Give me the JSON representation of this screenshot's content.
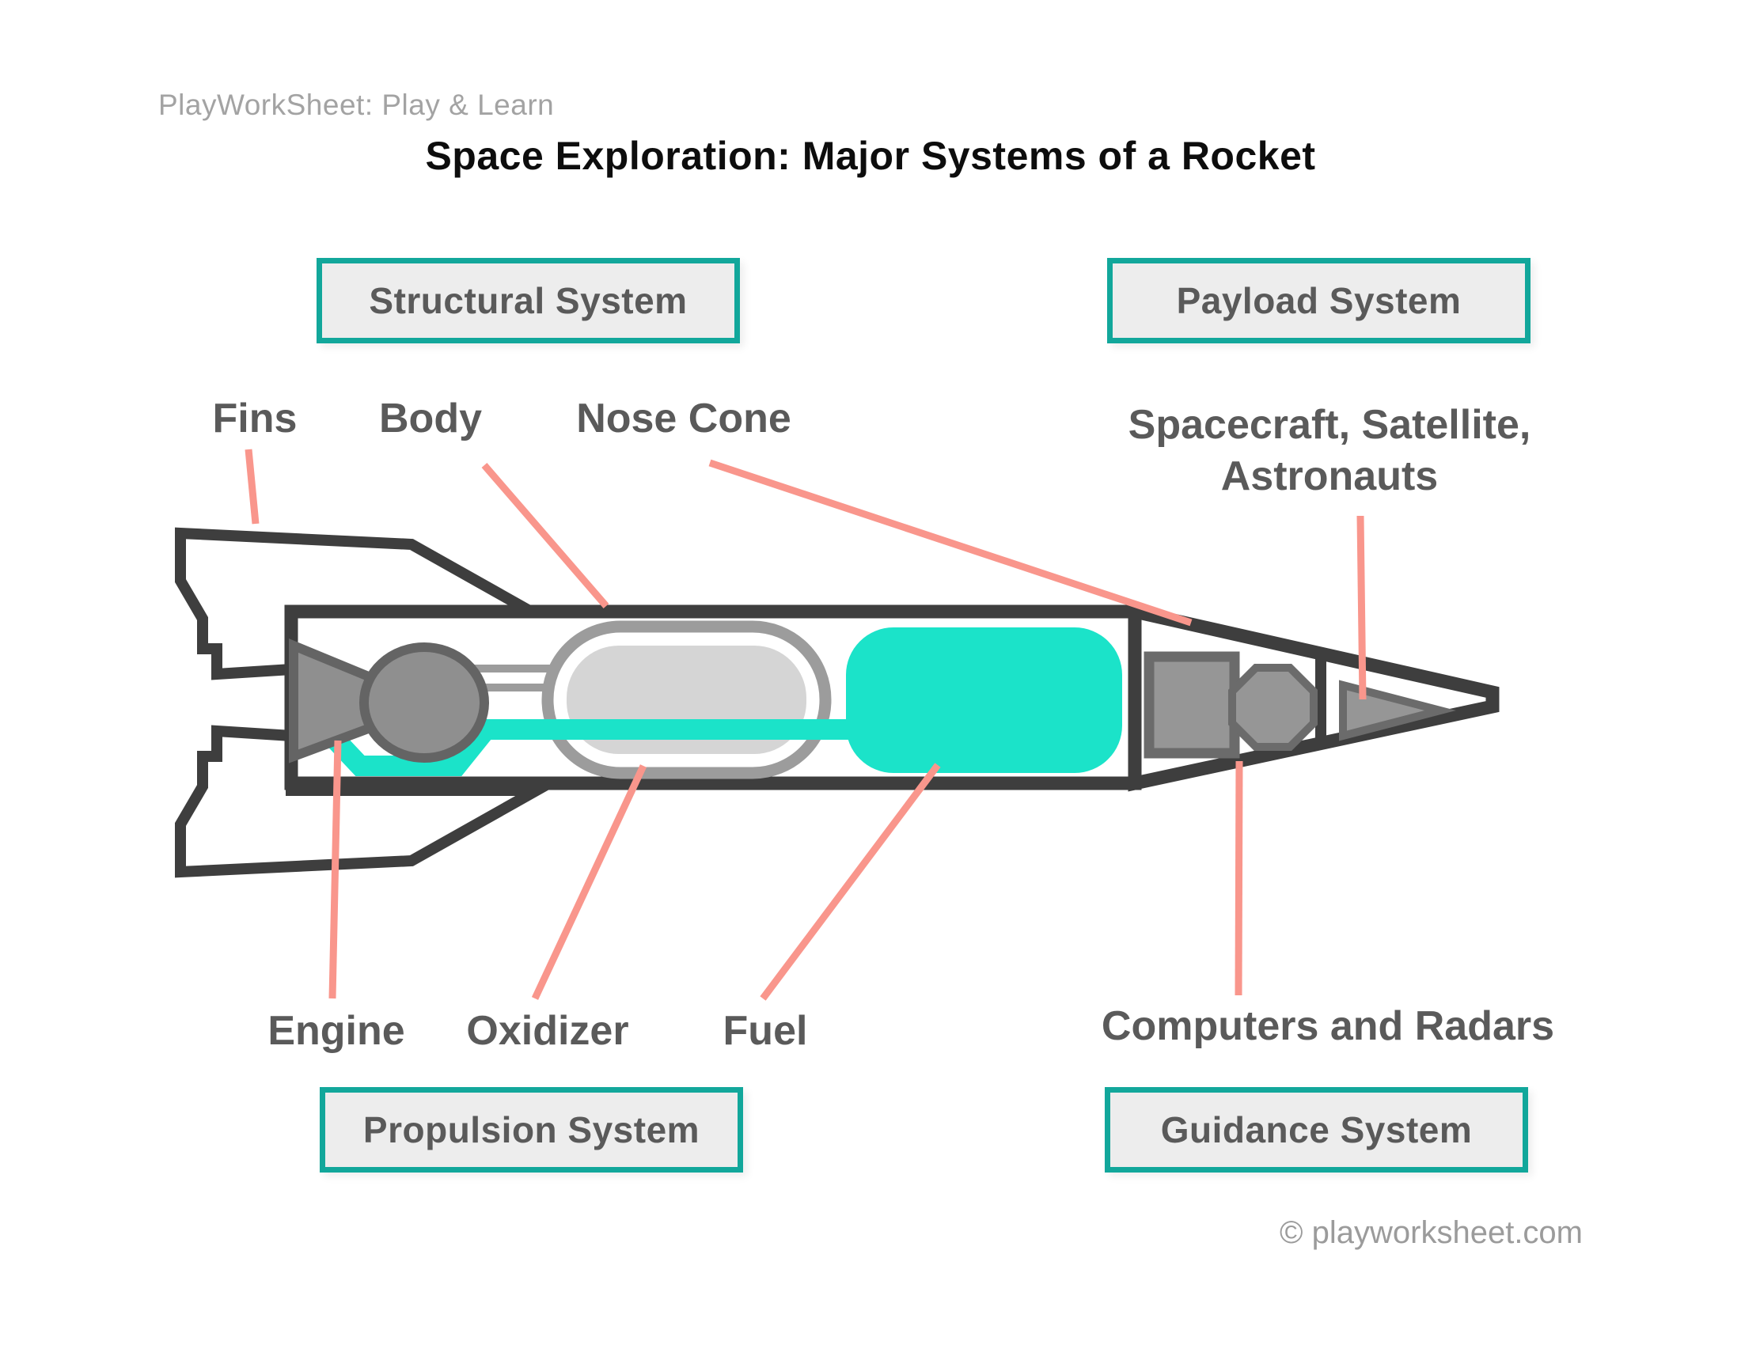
{
  "header": {
    "brand": "PlayWorkSheet: Play & Learn"
  },
  "title": "Space Exploration: Major Systems of a Rocket",
  "system_boxes": {
    "structural": "Structural System",
    "payload": "Payload System",
    "propulsion": "Propulsion System",
    "guidance": "Guidance System"
  },
  "part_labels": {
    "fins": "Fins",
    "body": "Body",
    "nose_cone": "Nose Cone",
    "payload_line1": "Spacecraft, Satellite,",
    "payload_line2": "Astronauts",
    "engine": "Engine",
    "oxidizer": "Oxidizer",
    "fuel": "Fuel",
    "computers": "Computers and Radars"
  },
  "footer": {
    "copyright": "© playworksheet.com"
  },
  "colors": {
    "accent_teal": "#12A79B",
    "fuel_teal": "#1BE3C9",
    "leader_salmon": "#F9968C",
    "outline_dark": "#3E3E3E",
    "engine_gray_fill": "#8F8F8F",
    "engine_gray_stroke": "#646464",
    "module_gray_fill": "#969696",
    "module_gray_stroke": "#6B6B6B",
    "oxidizer_fill": "#D5D5D5",
    "oxidizer_stroke": "#9C9C9C",
    "box_bg": "#EDEDED",
    "box_text": "#5A5A5A",
    "label_text": "#5A5A5A",
    "muted_text": "#A3A3A3",
    "title_text": "#0D0D0D",
    "white": "#FFFFFF"
  },
  "icons": {
    "diagram": "rocket-cross-section-icon"
  }
}
